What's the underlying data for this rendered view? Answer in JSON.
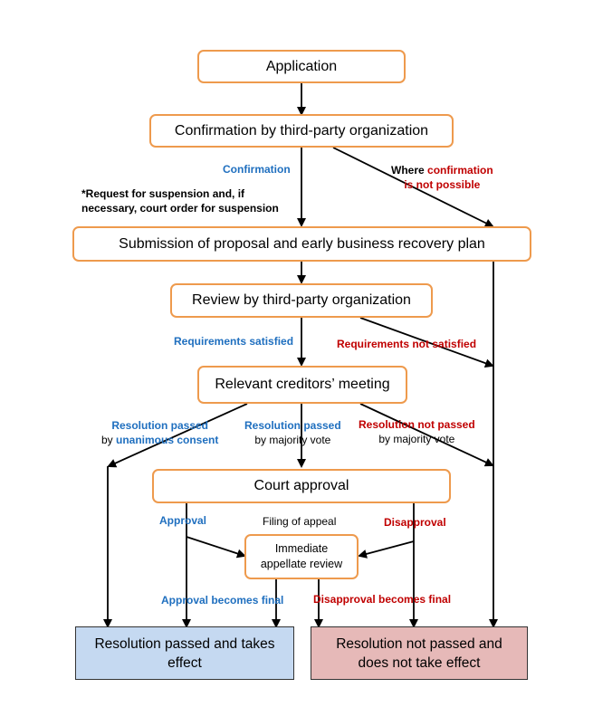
{
  "nodes": {
    "application": "Application",
    "confirmation_third_party": "Confirmation by third-party organization",
    "submission": "Submission of proposal and early business recovery plan",
    "review_third_party": "Review by third-party organization",
    "creditors_meeting": "Relevant creditors’ meeting",
    "court_approval": "Court approval",
    "immediate_review_line1": "Immediate",
    "immediate_review_line2": "appellate review",
    "result_passed_line1": "Resolution passed and takes",
    "result_passed_line2": "effect",
    "result_not_passed_line1": "Resolution not passed and",
    "result_not_passed_line2": "does not take effect"
  },
  "labels": {
    "confirmation": "Confirmation",
    "where_prefix": "Where ",
    "confirmation_red": "confirmation",
    "not_possible": "is not possible",
    "suspension_note_line1": "*Request for suspension and, if",
    "suspension_note_line2": "necessary, court order for suspension",
    "requirements_satisfied": "Requirements satisfied",
    "requirements_not_satisfied": "Requirements not satisfied",
    "res_passed_unanimous_line1": "Resolution passed",
    "res_passed_unanimous_by": "by ",
    "unanimous_consent": "unanimous consent",
    "res_passed_majority_line1": "Resolution passed",
    "by_majority_vote": "by majority vote",
    "res_not_passed_line1": "Resolution not passed",
    "by_majority_vote_2": "by majority vote",
    "approval": "Approval",
    "filing_of_appeal": "Filing of appeal",
    "disapproval": "Disapproval",
    "approval_final": "Approval becomes final",
    "disapproval_final": "Disapproval becomes final"
  },
  "colors": {
    "node_border": "#ee9a4d",
    "passed_fill": "#c5d9f1",
    "not_passed_fill": "#e6b9b8",
    "blue_label": "#1f6fbf",
    "red_label": "#c00000"
  }
}
